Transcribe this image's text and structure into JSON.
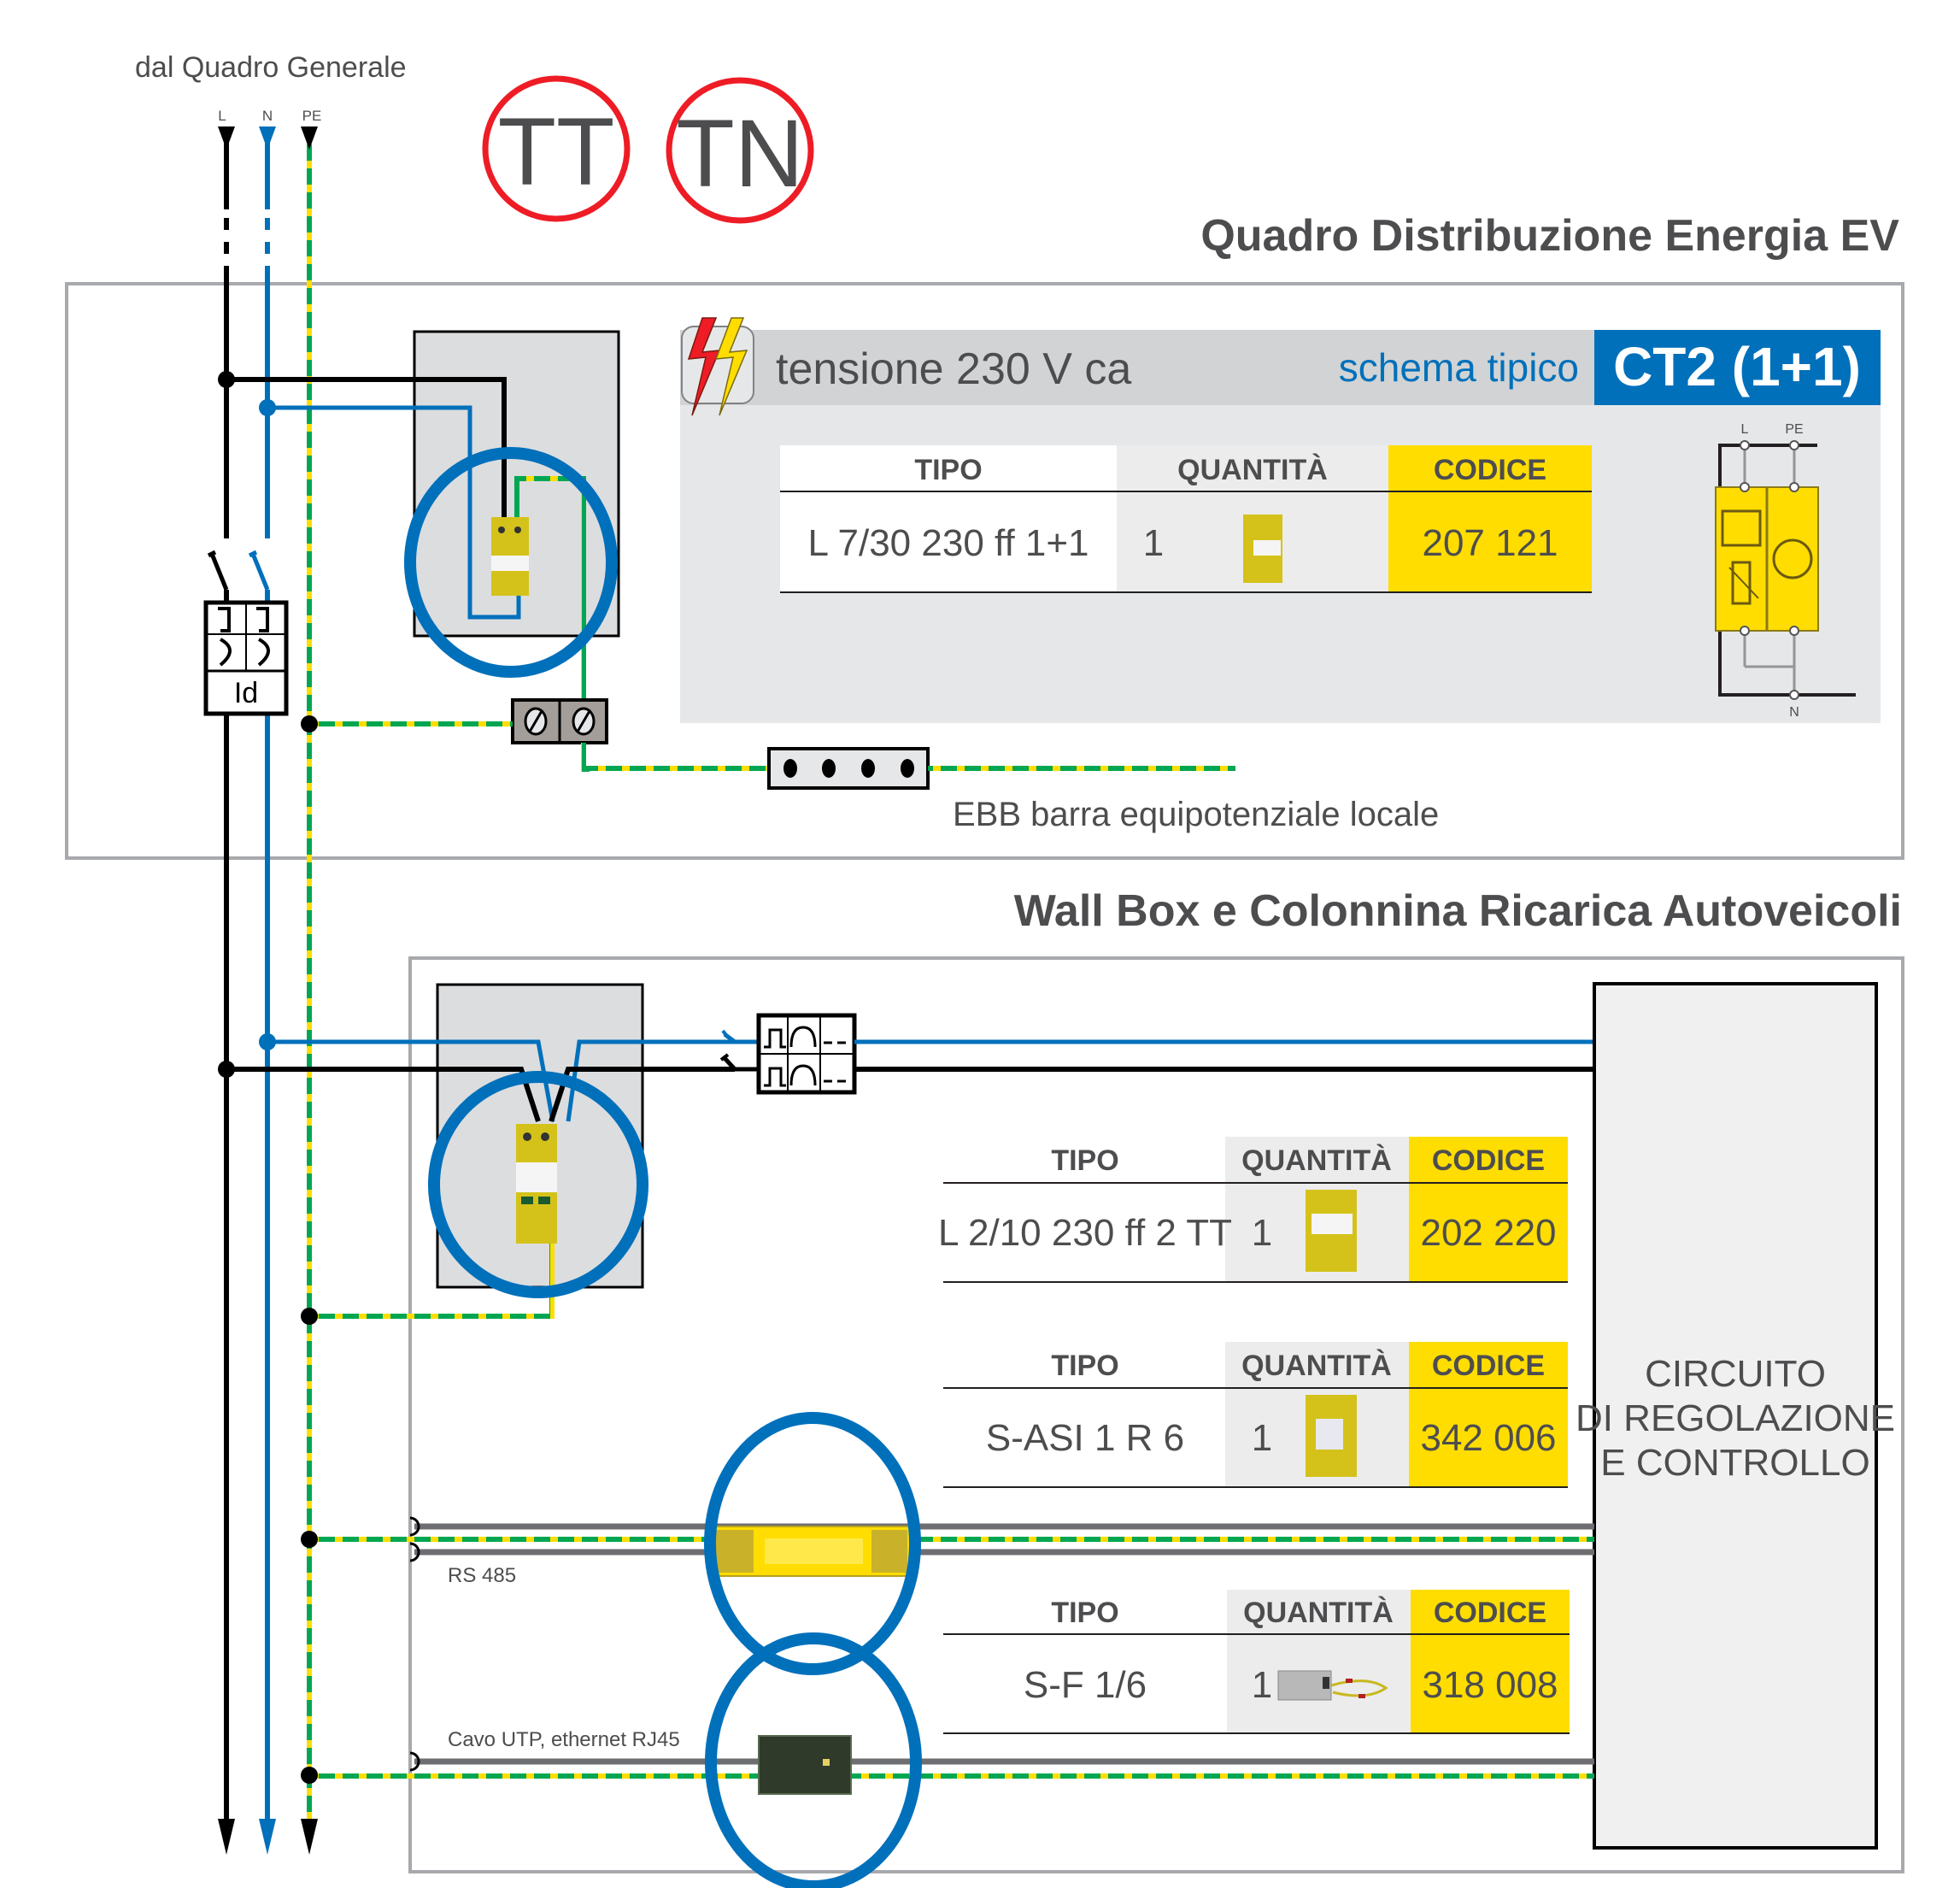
{
  "source_label": "dal Quadro Generale",
  "conductors": {
    "L": "L",
    "N": "N",
    "PE": "PE"
  },
  "system_badges": [
    "TT",
    "TN"
  ],
  "colors": {
    "line": "#000000",
    "neutral": "#0070bb",
    "pe_green": "#00a651",
    "pe_yellow": "#ffdd00",
    "badge_red": "#ee1c25",
    "highlight_circle": "#0070bb",
    "code_yellow": "#ffdd00",
    "header_blue": "#0070bb",
    "text_gray": "#4d4d4f"
  },
  "section_top": {
    "title": "Quadro Distribuzione Energia EV",
    "rcd_label": "Id",
    "info_panel": {
      "voltage_label": "tensione 230 V ca",
      "schema_label": "schema tipico",
      "schema_code": "CT2 (1+1)",
      "icon": "lightning-icon"
    },
    "table": {
      "headers": {
        "tipo": "TIPO",
        "quantita": "QUANTITÀ",
        "codice": "CODICE"
      },
      "row": {
        "tipo": "L 7/30 230 ff 1+1",
        "quantita": "1",
        "codice": "207 121"
      }
    },
    "schematic_labels": {
      "L": "L",
      "PE": "PE",
      "N": "N"
    },
    "ebb_label": "EBB barra equipotenziale locale"
  },
  "section_bottom": {
    "title": "Wall Box e Colonnina Ricarica Autoveicoli",
    "tables": [
      {
        "headers": {
          "tipo": "TIPO",
          "quantita": "QUANTITÀ",
          "codice": "CODICE"
        },
        "row": {
          "tipo": "L 2/10 230 ff 2 TT",
          "quantita": "1",
          "codice": "202 220"
        }
      },
      {
        "headers": {
          "tipo": "TIPO",
          "quantita": "QUANTITÀ",
          "codice": "CODICE"
        },
        "row": {
          "tipo": "S-ASI 1 R 6",
          "quantita": "1",
          "codice": "342 006"
        }
      },
      {
        "headers": {
          "tipo": "TIPO",
          "quantita": "QUANTITÀ",
          "codice": "CODICE"
        },
        "row": {
          "tipo": "S-F 1/6",
          "quantita": "1",
          "codice": "318 008"
        }
      }
    ],
    "control_box": {
      "line1": "CIRCUITO",
      "line2": "DI REGOLAZIONE",
      "line3": "E CONTROLLO"
    },
    "rs485_label": "RS 485",
    "ethernet_label": "Cavo UTP, ethernet RJ45"
  }
}
